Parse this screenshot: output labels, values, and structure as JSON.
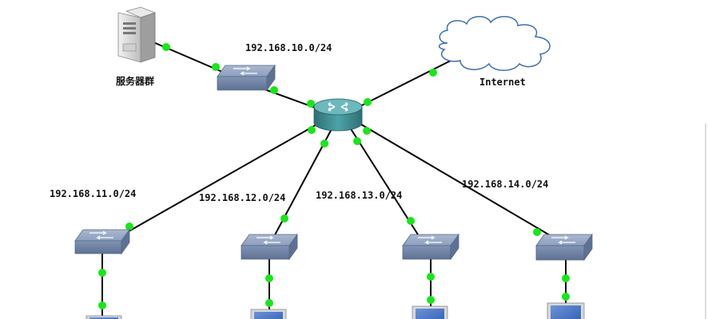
{
  "diagram": {
    "nodes": [
      {
        "id": "server",
        "type": "server",
        "label": "服务器群"
      },
      {
        "id": "sw-top",
        "type": "switch",
        "label": "192.168.10.0/24"
      },
      {
        "id": "router",
        "type": "router",
        "label": ""
      },
      {
        "id": "cloud",
        "type": "cloud",
        "label": "Internet"
      },
      {
        "id": "sw-11",
        "type": "switch",
        "label": "192.168.11.0/24"
      },
      {
        "id": "sw-12",
        "type": "switch",
        "label": "192.168.12.0/24"
      },
      {
        "id": "sw-13",
        "type": "switch",
        "label": "192.168.13.0/24"
      },
      {
        "id": "sw-14",
        "type": "switch",
        "label": "192.168.14.0/24"
      },
      {
        "id": "pc-1",
        "type": "pc",
        "label": ""
      },
      {
        "id": "pc-2",
        "type": "pc",
        "label": ""
      },
      {
        "id": "pc-3",
        "type": "pc",
        "label": ""
      },
      {
        "id": "pc-4",
        "type": "pc",
        "label": ""
      }
    ],
    "links": [
      {
        "from": "server",
        "to": "sw-top"
      },
      {
        "from": "sw-top",
        "to": "router"
      },
      {
        "from": "router",
        "to": "cloud"
      },
      {
        "from": "router",
        "to": "sw-11"
      },
      {
        "from": "router",
        "to": "sw-12"
      },
      {
        "from": "router",
        "to": "sw-13"
      },
      {
        "from": "router",
        "to": "sw-14"
      },
      {
        "from": "sw-11",
        "to": "pc-1"
      },
      {
        "from": "sw-12",
        "to": "pc-2"
      },
      {
        "from": "sw-13",
        "to": "pc-3"
      },
      {
        "from": "sw-14",
        "to": "pc-4"
      }
    ],
    "link_status_color": "#19e619",
    "router_color": "#3e8e93",
    "switch_color": "#7f93b4"
  }
}
